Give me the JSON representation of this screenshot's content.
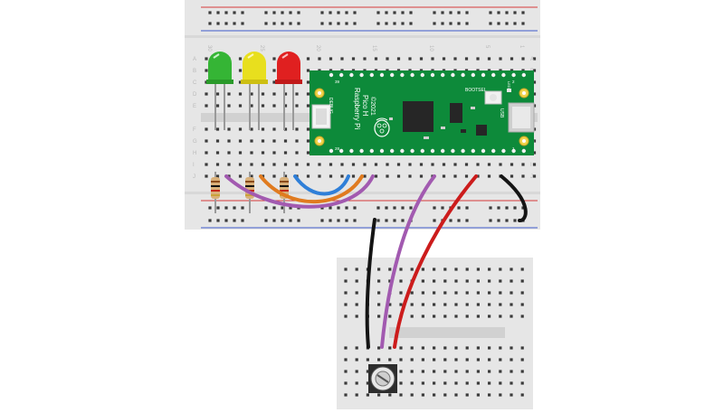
{
  "board": {
    "name_line1": "Raspberry Pi",
    "name_line2": "Pico H",
    "year": "©2021",
    "debug_label": "DEBUG",
    "bootsel_label": "BOOTSEL",
    "usb_label": "USB",
    "led_label": "LED",
    "pin_top_left": "39",
    "pin_bottom_left": "28",
    "pin_top_right": "2",
    "pin_bottom_right": "1"
  },
  "breadboard_main": {
    "column_numbers": [
      "30",
      "25",
      "20",
      "15",
      "10",
      "5",
      "1"
    ],
    "row_letters_top": [
      "A",
      "B",
      "C",
      "D",
      "E"
    ],
    "row_letters_bottom": [
      "F",
      "G",
      "H",
      "I",
      "J"
    ]
  },
  "leds": [
    {
      "color": "green",
      "hex": "#35b535"
    },
    {
      "color": "yellow",
      "hex": "#e8df1e"
    },
    {
      "color": "red",
      "hex": "#e02020"
    }
  ],
  "wires": [
    {
      "color": "purple",
      "hex": "#a25ab0"
    },
    {
      "color": "orange",
      "hex": "#e07b1f"
    },
    {
      "color": "blue",
      "hex": "#2f7fd8"
    },
    {
      "color": "red",
      "hex": "#cc1c1c"
    },
    {
      "color": "black",
      "hex": "#141414"
    }
  ],
  "colors": {
    "breadboard": "#e6e6e6",
    "hole": "#3a3a3a",
    "rail_red": "#d63b3b",
    "rail_blue": "#3e59c9",
    "pico_green": "#0d8a3a"
  }
}
